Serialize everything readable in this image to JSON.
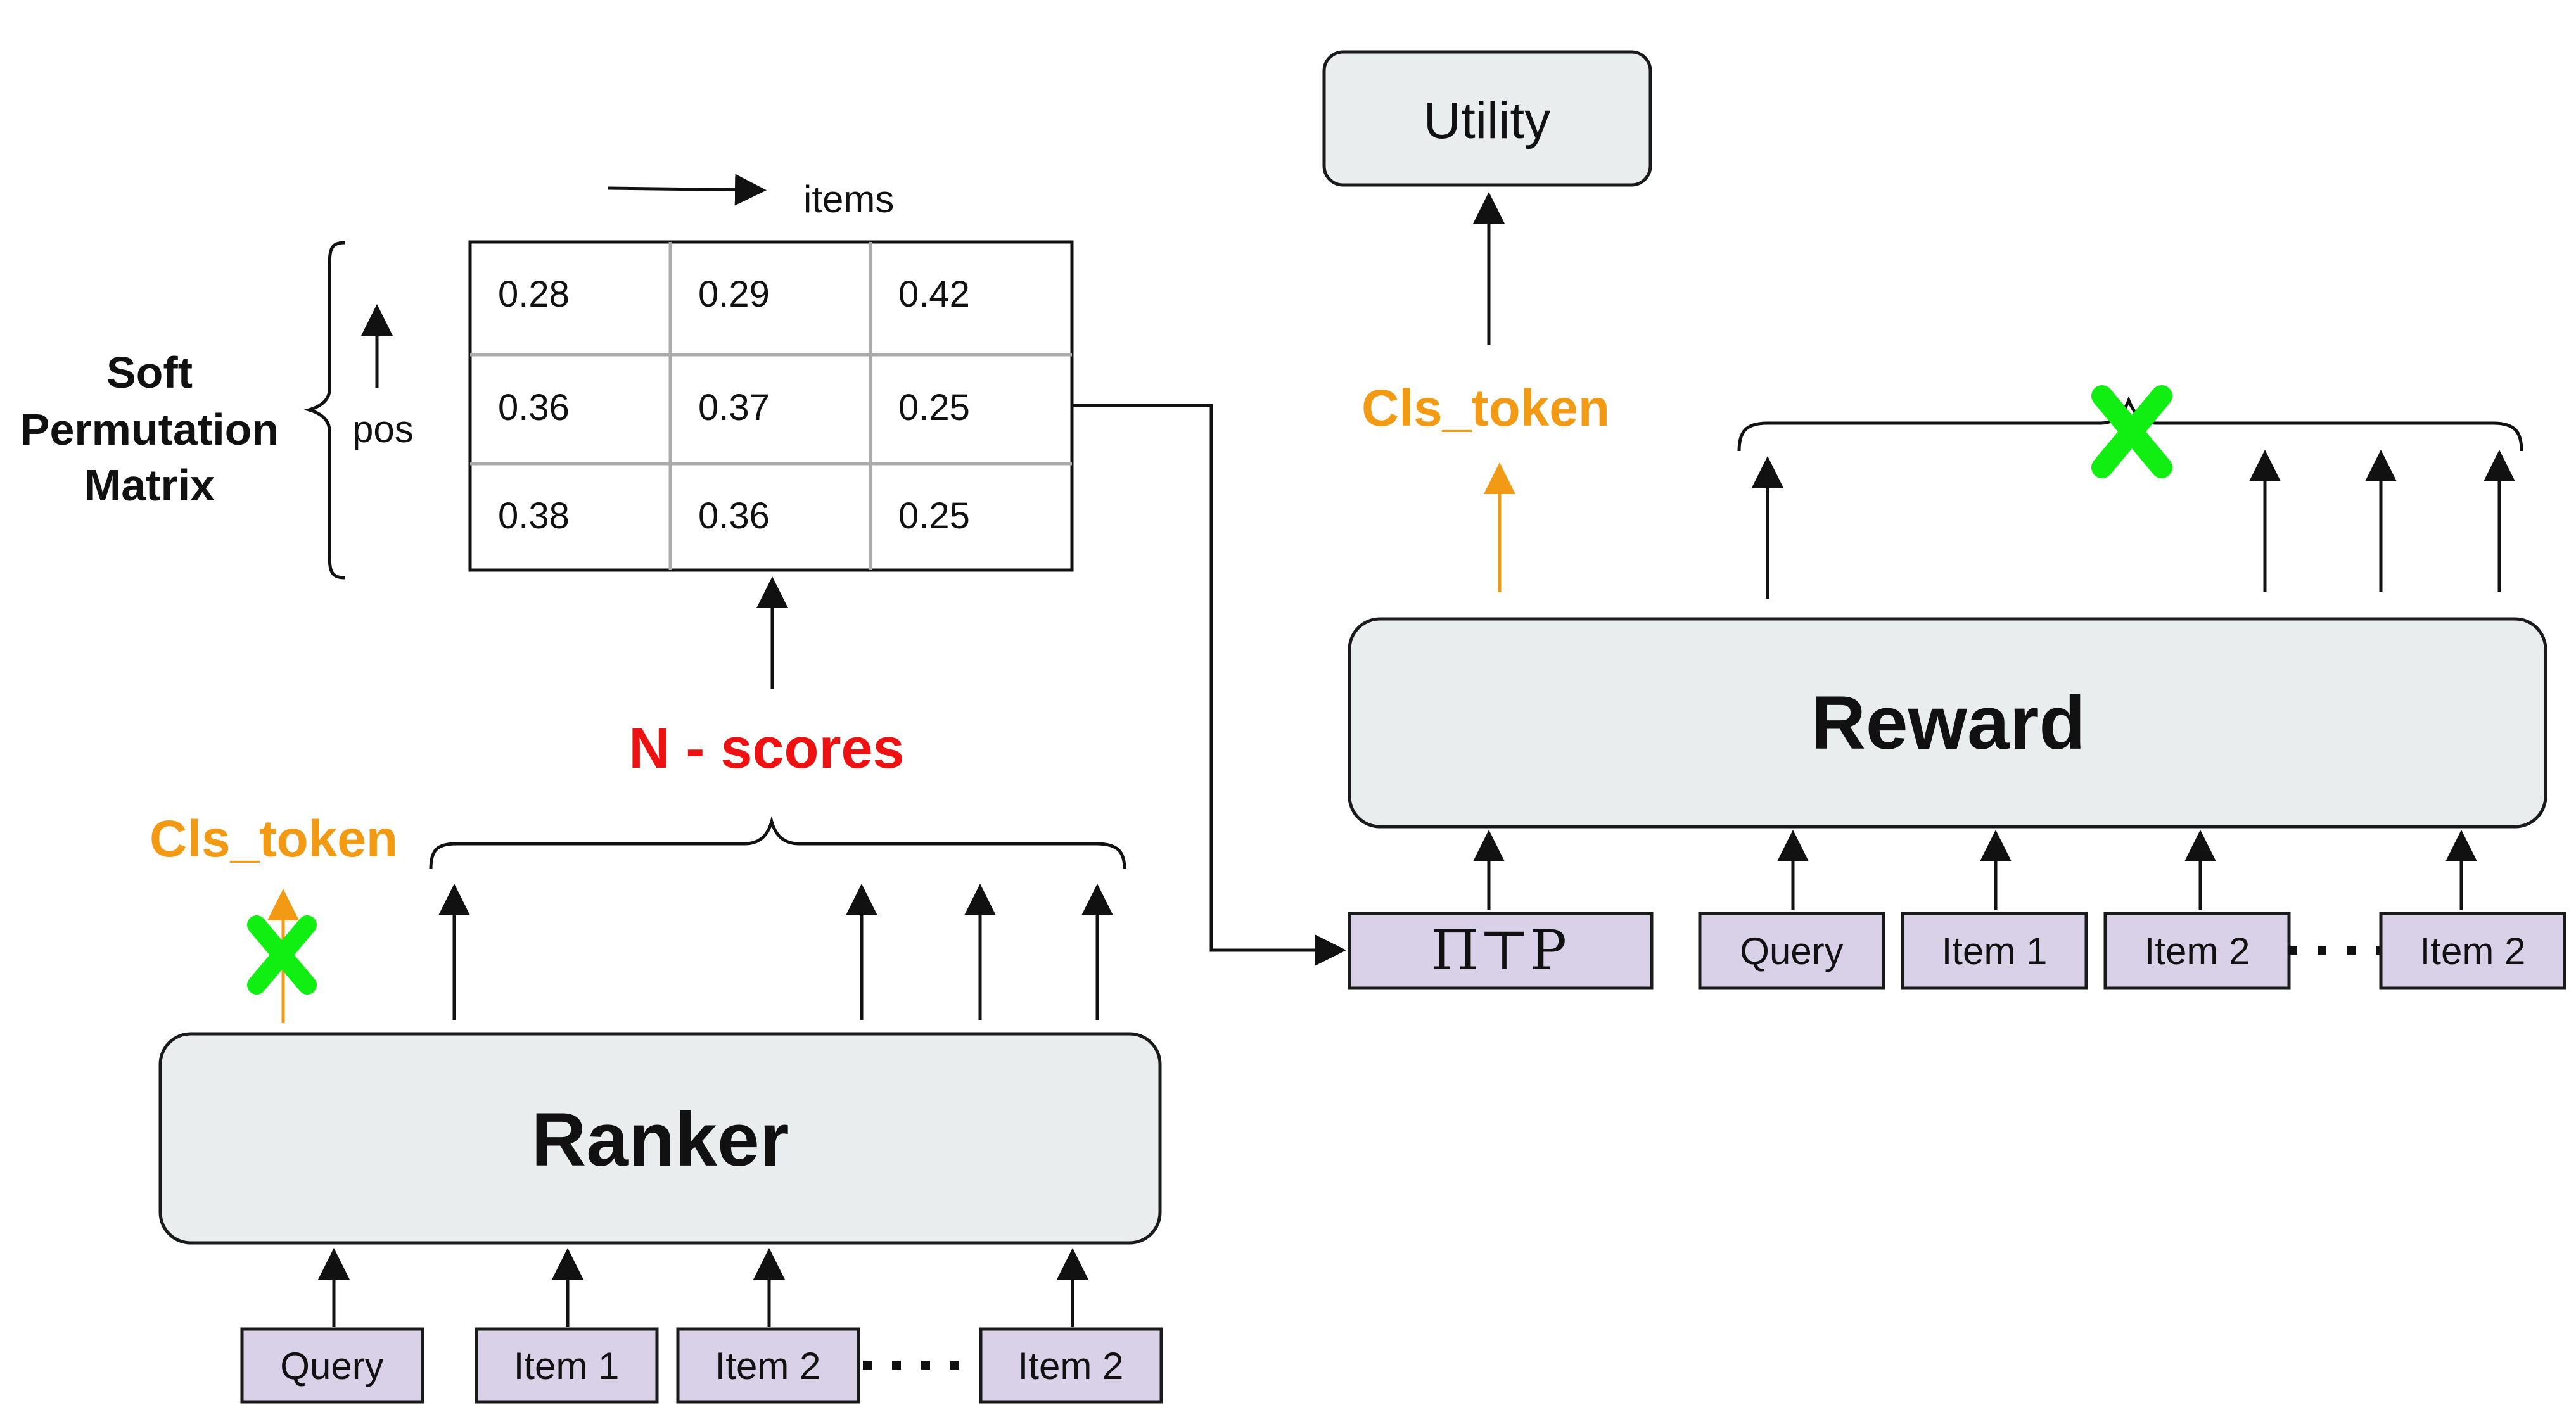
{
  "utility_label": "Utility",
  "items_label": "items",
  "pos_label": "pos",
  "matrix_title_lines": [
    "Soft",
    "Permutation",
    "Matrix"
  ],
  "matrix_values": [
    [
      "0.28",
      "0.29",
      "0.42"
    ],
    [
      "0.36",
      "0.37",
      "0.25"
    ],
    [
      "0.38",
      "0.36",
      "0.25"
    ]
  ],
  "n_scores_label": "N - scores",
  "cls_token_label": "Cls_token",
  "ranker_label": "Ranker",
  "reward_label": "Reward",
  "ranker_inputs": [
    "Query",
    "Item 1",
    "Item 2",
    "Item 2"
  ],
  "reward_inputs": [
    "Query",
    "Item 1",
    "Item 2",
    "Item 2"
  ],
  "permutation_input": "Π⊤P",
  "colors": {
    "orange": "#f39a14",
    "red": "#ee1111",
    "green": "#11ee11",
    "box": "#e9edee",
    "input": "#d8d1e8"
  }
}
